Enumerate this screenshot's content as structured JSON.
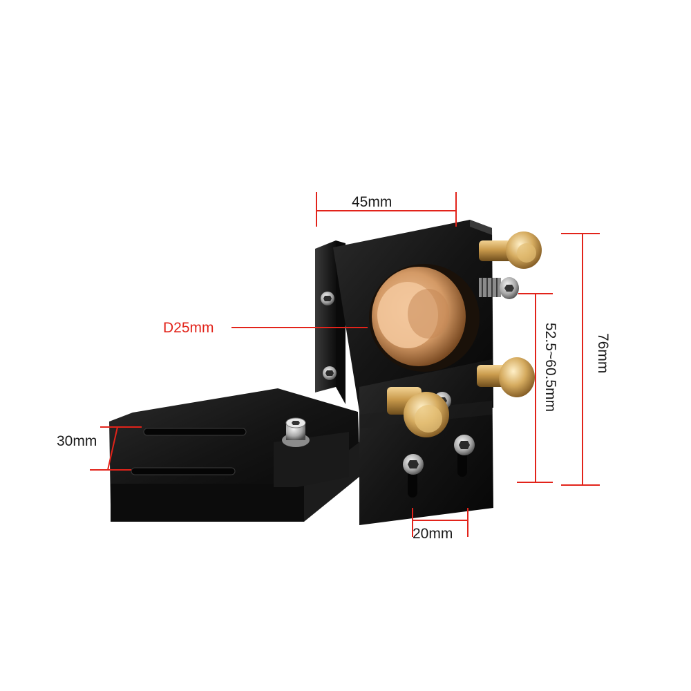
{
  "product": {
    "description": "laser mirror mount photo",
    "colors": {
      "body": "#141414",
      "dimension_line": "#e2231a",
      "brass": "#c9a05a",
      "lens": "#d9a678"
    }
  },
  "dimensions": {
    "top_width": "45mm",
    "lens_diameter": "D25mm",
    "inner_height": "52.5~60.5mm",
    "total_height": "76mm",
    "base_slot_spacing": "30mm",
    "bottom_slot_spacing": "20mm"
  }
}
